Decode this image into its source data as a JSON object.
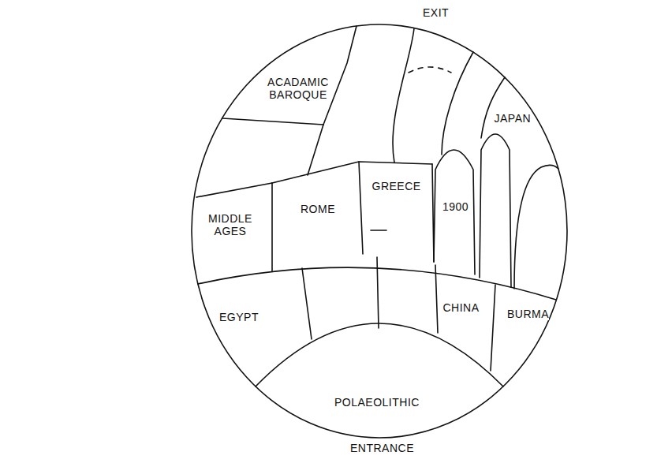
{
  "diagram": {
    "nodes": [
      {
        "text": [
          "ACADAMIC BAROQUE"
        ]
      },
      {
        "text": [
          "JAPAN"
        ]
      },
      {
        "text": [
          "MIDDLE AGES"
        ]
      },
      {
        "text": [
          "ROME"
        ]
      },
      {
        "text": [
          "GREECE"
        ]
      },
      {
        "text": [
          "1900"
        ]
      },
      {
        "text": [
          "CHINA"
        ]
      },
      {
        "text": [
          "EGYPT"
        ]
      },
      {
        "text": [
          "BURMA"
        ]
      },
      {
        "text": [
          "POLAEOLITHIC"
        ]
      }
    ],
    "labels": [
      "EXIT",
      "ENTRANCE"
    ]
  }
}
